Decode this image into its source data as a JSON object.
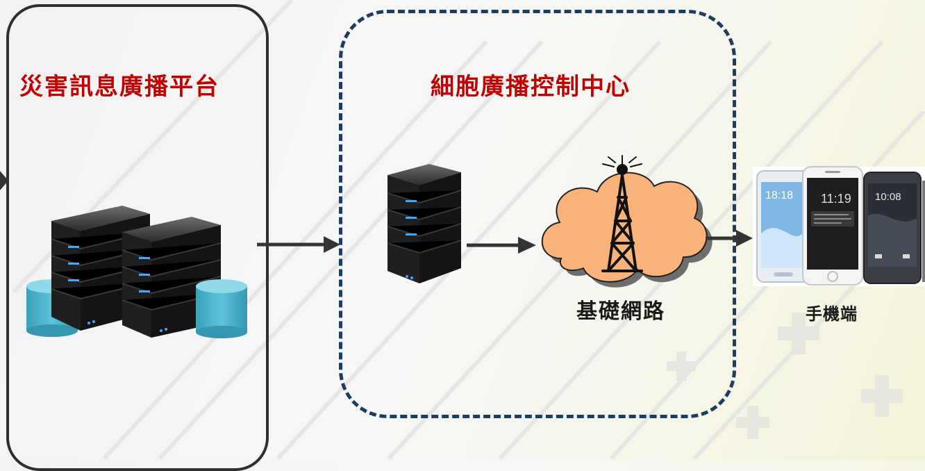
{
  "platform": {
    "title": "災害訊息廣播平台"
  },
  "cbc": {
    "title": "細胞廣播控制中心"
  },
  "network": {
    "label": "基礎網路"
  },
  "handset": {
    "label": "手機端",
    "screen_times": [
      "18:18",
      "11:19",
      "10:08"
    ]
  },
  "colors": {
    "title_red": "#c00000",
    "dashed_border": "#1d3c63",
    "cloud": "#f8b27a",
    "database": "#4bb0c8",
    "led": "#47a6ff"
  },
  "icons": [
    "server-icon",
    "database-icon",
    "tower-icon",
    "cloud-icon",
    "phone-icon",
    "arrow-icon"
  ]
}
